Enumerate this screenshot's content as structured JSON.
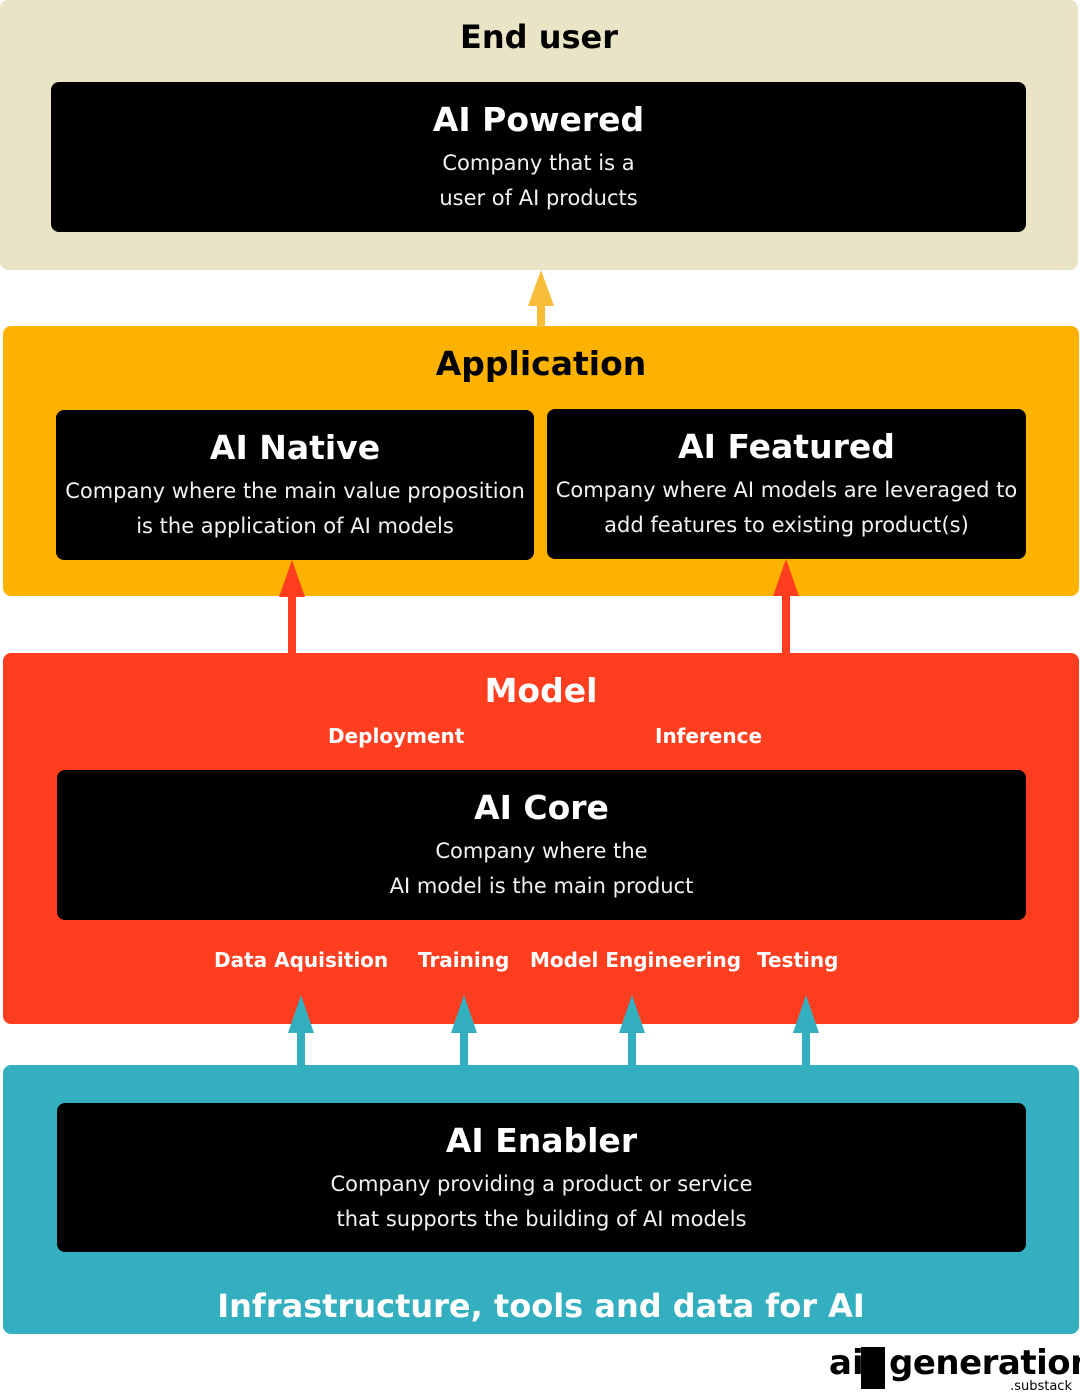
{
  "end_user": {
    "title": "End user",
    "card": {
      "title": "AI Powered",
      "desc_line1": "Company that is a",
      "desc_line2": "user of AI products"
    }
  },
  "application": {
    "title": "Application",
    "native": {
      "title": "AI Native",
      "desc_line1": "Company where the main value proposition",
      "desc_line2": "is the application of AI models"
    },
    "featured": {
      "title": "AI Featured",
      "desc_line1": "Company where AI models are leveraged to",
      "desc_line2": "add features to existing product(s)"
    }
  },
  "model": {
    "title": "Model",
    "top_stages": [
      "Deployment",
      "Inference"
    ],
    "card": {
      "title": "AI Core",
      "desc_line1": "Company where the",
      "desc_line2": "AI model is the main product"
    },
    "bottom_stages": [
      "Data Aquisition",
      "Training",
      "Model Engineering",
      "Testing"
    ]
  },
  "infrastructure": {
    "title": "Infrastructure, tools and data for AI",
    "card": {
      "title": "AI Enabler",
      "desc_line1": "Company providing a product or service",
      "desc_line2": "that supports the building of AI models"
    }
  },
  "logo": {
    "ai": "ai",
    "generation": "generation",
    "substack": ".substack"
  },
  "colors": {
    "end_user_bg": "#E9E4C5",
    "application_bg": "#FDB200",
    "model_bg": "#FF3E1F",
    "infrastructure_bg": "#34AFC0",
    "card_bg": "#000000",
    "arrow_yellow": "#F8BE3A",
    "arrow_red": "#FF3E1F",
    "arrow_teal": "#34AFC0"
  }
}
